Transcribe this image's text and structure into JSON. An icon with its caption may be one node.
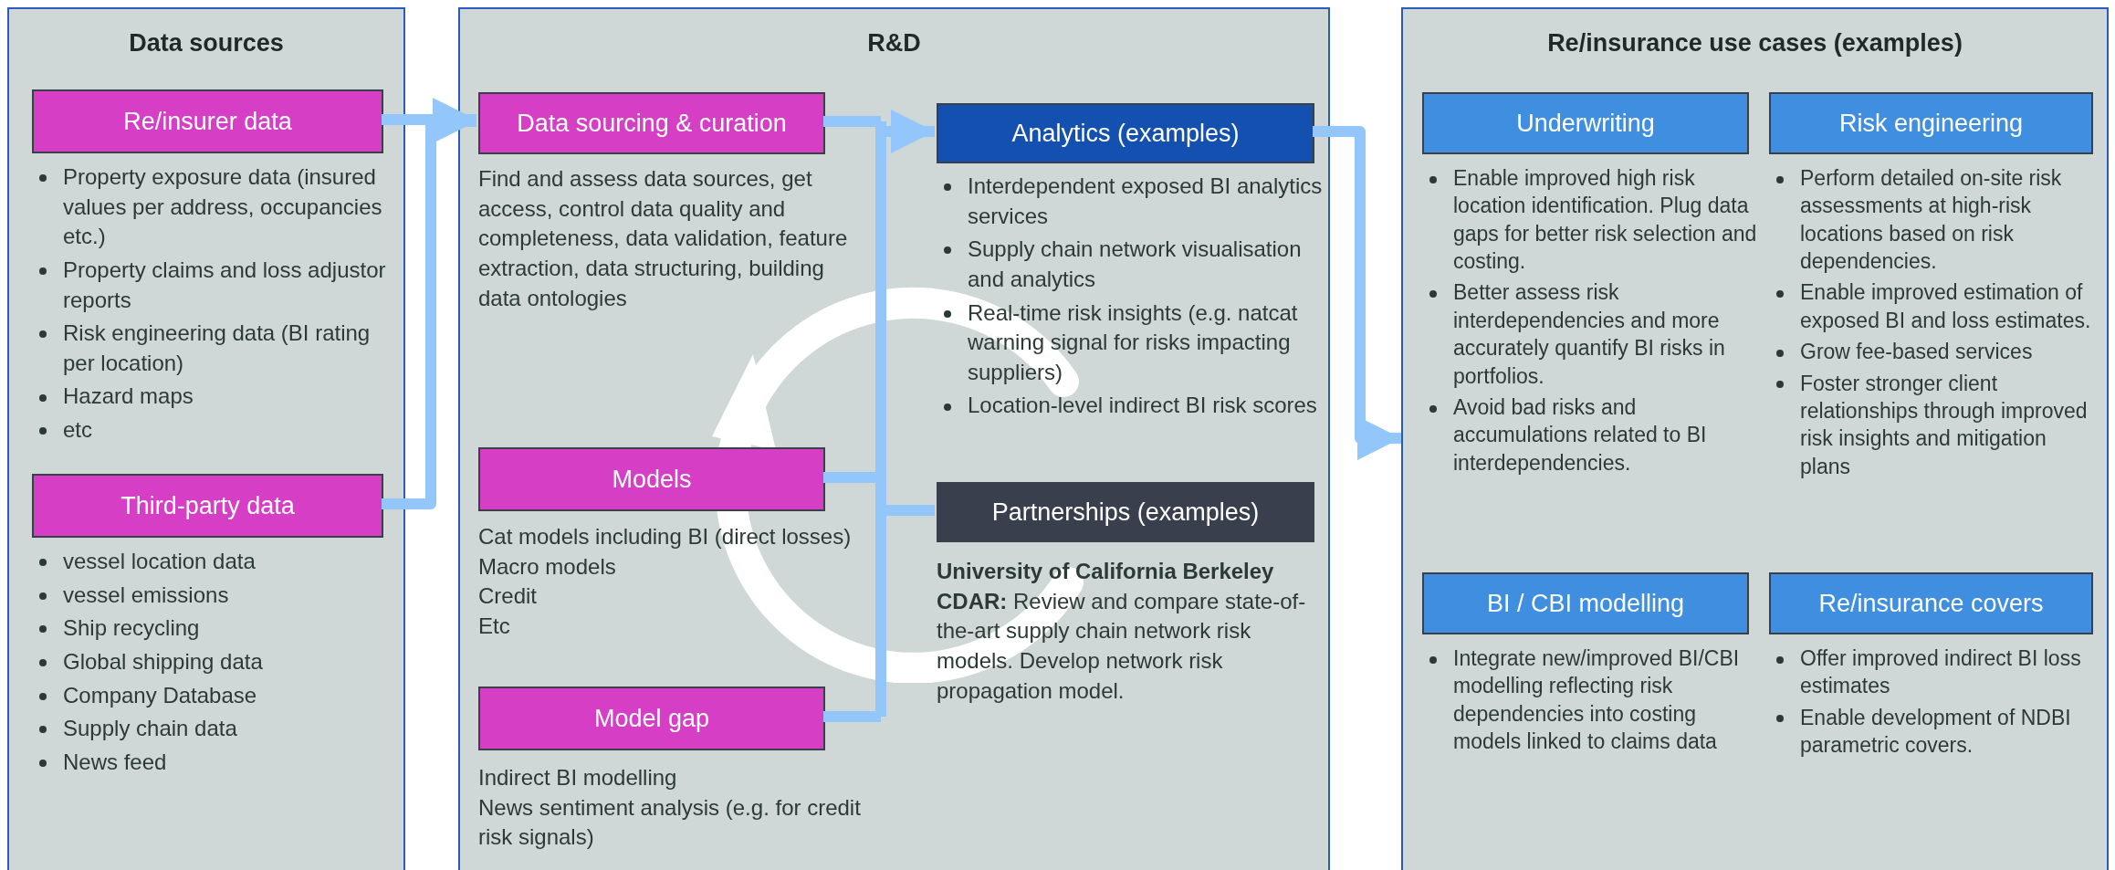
{
  "diagram": {
    "nodes": [
      {
        "text": [
          "Data sources"
        ]
      },
      {
        "text": [
          "Re/insurer data"
        ],
        "in": 0,
        "beside": [
          "Property exposure data (insured values per address, occupancies etc.)",
          "Property claims and loss adjustor reports",
          "Risk engineering data (BI rating per location)",
          "Hazard maps",
          "etc"
        ]
      },
      {
        "text": [
          "Third-party data"
        ],
        "in": 0,
        "beside": [
          "vessel location data",
          "vessel emissions",
          "Ship recycling",
          "Global shipping data",
          "Company Database",
          "Supply chain data",
          "News feed"
        ]
      },
      {
        "text": [
          "R&D"
        ]
      },
      {
        "text": [
          "Data sourcing & curation"
        ],
        "in": 3,
        "beside": [
          "Find and assess data sources, get access, control data quality and completeness, data validation, feature extraction, data structuring, building data ontologies"
        ]
      },
      {
        "text": [
          "Models"
        ],
        "in": 3,
        "beside": [
          "Cat models including BI (direct losses)",
          "Macro models",
          "Credit",
          "Etc"
        ]
      },
      {
        "text": [
          "Model gap"
        ],
        "in": 3,
        "beside": [
          "Indirect BI modelling",
          "News sentiment analysis (e.g. for credit risk signals)"
        ]
      },
      {
        "text": [
          "Analytics (examples)"
        ],
        "in": 3,
        "beside": [
          "Interdependent exposed BI analytics services",
          "Supply chain network visualisation and analytics",
          "Real-time risk insights (e.g. natcat warning signal for risks impacting suppliers)",
          "Location-level indirect BI risk scores"
        ]
      },
      {
        "text": [
          "Partnerships (examples)"
        ],
        "in": 3,
        "beside": [
          "**University of California Berkeley CDAR:** Review and compare state-of-the-art supply chain network risk models. Develop network risk propagation model."
        ]
      },
      {
        "text": [
          "Re/insurance use cases (examples)"
        ]
      },
      {
        "text": [
          "Underwriting"
        ],
        "in": 9,
        "beside": [
          "Enable improved high risk location identification. Plug data gaps for better risk selection and costing.",
          "Better assess risk interdependencies and more accurately quantify BI risks in portfolios.",
          "Avoid bad risks and accumulations related to BI interdependencies."
        ]
      },
      {
        "text": [
          "Risk engineering"
        ],
        "in": 9,
        "beside": [
          "Perform detailed on-site risk assessments at high-risk locations based on risk dependencies.",
          "Enable improved estimation of exposed BI and loss estimates.",
          "Grow fee-based services",
          "Foster stronger client relationships through improved risk insights and mitigation plans"
        ]
      },
      {
        "text": [
          "BI / CBI modelling"
        ],
        "in": 9,
        "beside": [
          "Integrate new/improved BI/CBI modelling reflecting risk dependencies into costing models linked to claims data"
        ]
      },
      {
        "text": [
          "Re/insurance covers"
        ],
        "in": 9,
        "beside": [
          "Offer improved indirect BI loss estimates",
          "Enable development of NDBI parametric covers."
        ]
      }
    ],
    "edges": [
      {
        "from": 1,
        "to": 4,
        "arrow": "to"
      },
      {
        "from": 2,
        "to": 4,
        "arrow": "to"
      },
      {
        "from": 4,
        "to": 7,
        "arrow": "to"
      },
      {
        "from": 4,
        "to": 8,
        "arrow": "none"
      },
      {
        "from": 5,
        "to": 7,
        "arrow": "to"
      },
      {
        "from": 5,
        "to": 8,
        "arrow": "none"
      },
      {
        "from": 6,
        "to": 7,
        "arrow": "to"
      },
      {
        "from": 6,
        "to": 8,
        "arrow": "none"
      },
      {
        "from": 7,
        "to": 9,
        "arrow": "to"
      }
    ]
  }
}
